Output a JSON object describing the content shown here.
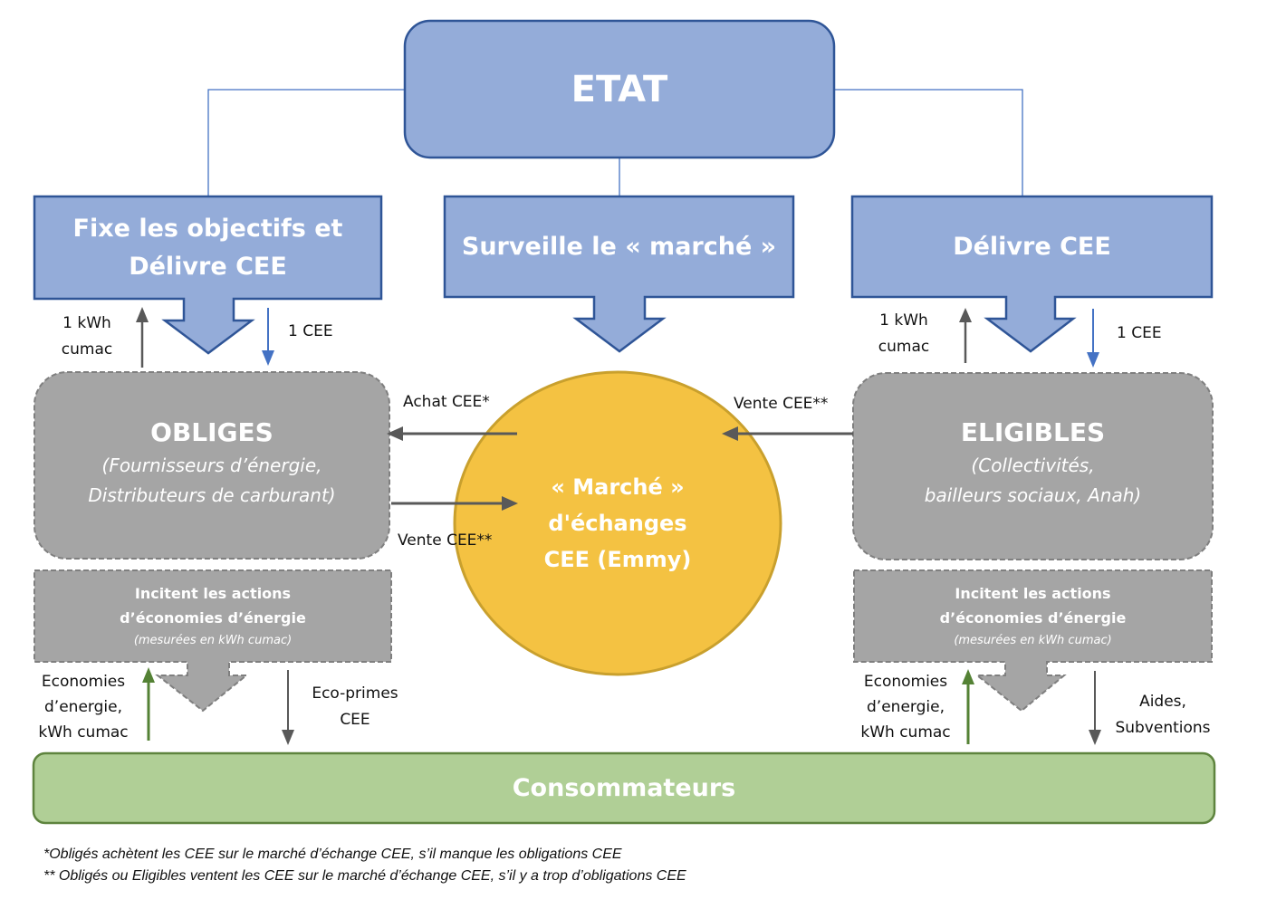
{
  "colors": {
    "state_fill": "#94ACD9",
    "state_stroke": "#2F5597",
    "connector": "#4472C4",
    "actor_fill": "#A5A5A5",
    "actor_stroke": "#7F7F7F",
    "market_fill": "#F4C242",
    "market_stroke": "#C9A02D",
    "consumer_fill": "#B0CF96",
    "consumer_stroke": "#5E843E",
    "arrow_dark": "#595959",
    "arrow_green": "#548235",
    "arrow_blue": "#4472C4"
  },
  "etat": {
    "label": "ETAT"
  },
  "roles": {
    "left": {
      "line1": "Fixe les objectifs et",
      "line2": "Délivre CEE"
    },
    "center": {
      "label": "Surveille le « marché »"
    },
    "right": {
      "label": "Délivre CEE"
    }
  },
  "flows_top": {
    "left_up": {
      "line1": "1 kWh",
      "line2": "cumac"
    },
    "left_down": {
      "label": "1 CEE"
    },
    "right_up": {
      "line1": "1 kWh",
      "line2": "cumac"
    },
    "right_down": {
      "label": "1 CEE"
    }
  },
  "obliges": {
    "title": "OBLIGES",
    "line1": "(Fournisseurs d’énergie,",
    "line2": "Distributeurs de carburant)"
  },
  "eligibles": {
    "title": "ELIGIBLES",
    "line1": "(Collectivités,",
    "line2": "bailleurs sociaux, Anah)"
  },
  "market": {
    "line1": "« Marché »",
    "line2": "d'échanges",
    "line3": "CEE (Emmy)"
  },
  "market_flows": {
    "achat": "Achat CEE*",
    "vente_obliges": "Vente CEE**",
    "vente_eligibles": "Vente CEE**"
  },
  "incite": {
    "line1": "Incitent les actions",
    "line2": "d’économies d’énergie",
    "line3": "(mesurées en kWh cumac)"
  },
  "flows_bottom": {
    "left_up": {
      "line1": "Economies",
      "line2": "d’energie,",
      "line3": "kWh cumac"
    },
    "left_down": {
      "line1": "Eco-primes",
      "line2": "CEE"
    },
    "right_up": {
      "line1": "Economies",
      "line2": "d’energie,",
      "line3": "kWh cumac"
    },
    "right_down": {
      "line1": "Aides,",
      "line2": "Subventions"
    }
  },
  "consumers": {
    "label": "Consommateurs"
  },
  "footnotes": [
    "*Obligés achètent les CEE sur le marché d’échange CEE, s’il manque les obligations CEE",
    "** Obligés ou Eligibles ventent les CEE sur le marché d’échange CEE, s’il y a trop d’obligations CEE"
  ]
}
